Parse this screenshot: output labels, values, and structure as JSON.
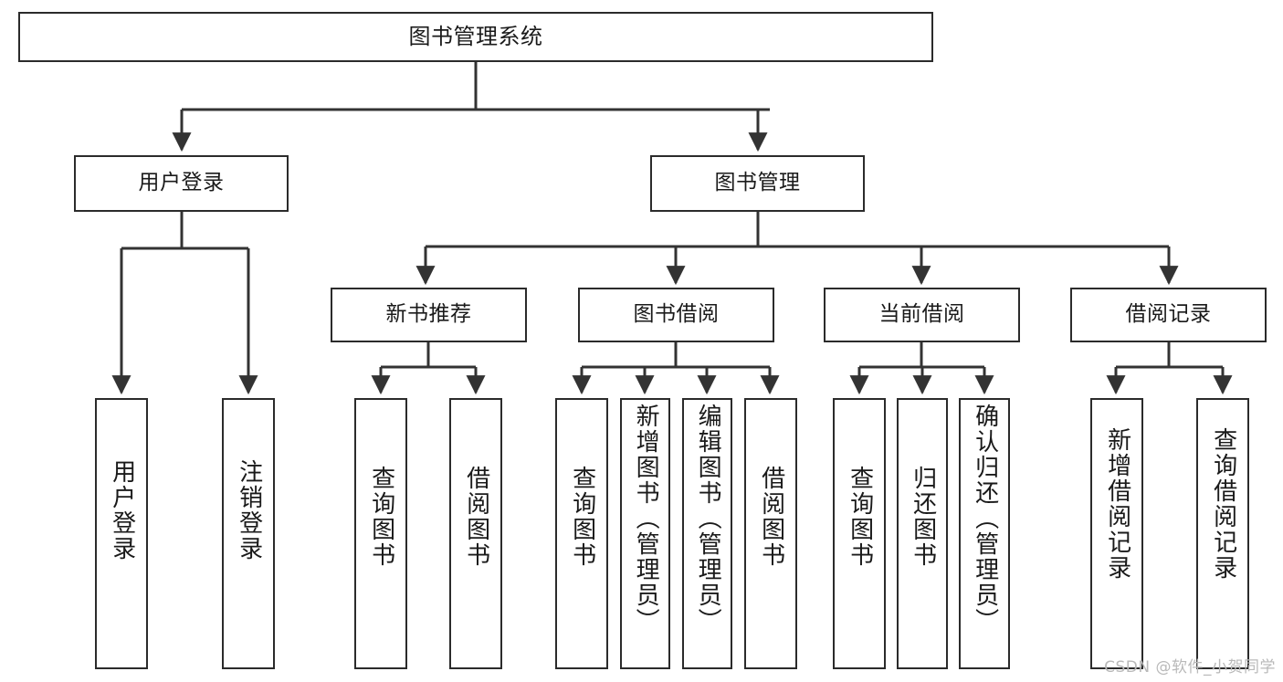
{
  "diagram": {
    "title": "图书管理系统",
    "type": "tree",
    "watermark": "CSDN @软件_小贺同学",
    "colors": {
      "box_border": "#2b2b2b",
      "box_fill": "#ffffff",
      "edge": "#333333",
      "text": "#1a1a1a",
      "watermark": "#b9b9b9"
    },
    "root": {
      "id": "root",
      "label": "图书管理系统",
      "level": 0
    },
    "level2": [
      {
        "id": "user-login",
        "label": "用户登录",
        "level": 1
      },
      {
        "id": "book-manage",
        "label": "图书管理",
        "level": 1
      }
    ],
    "level3": [
      {
        "id": "new-book-rec",
        "label": "新书推荐",
        "level": 2,
        "parent": "book-manage"
      },
      {
        "id": "book-borrow",
        "label": "图书借阅",
        "level": 2,
        "parent": "book-manage"
      },
      {
        "id": "current-borrow",
        "label": "当前借阅",
        "level": 2,
        "parent": "book-manage"
      },
      {
        "id": "borrow-record",
        "label": "借阅记录",
        "level": 2,
        "parent": "book-manage"
      }
    ],
    "leaves": [
      {
        "id": "leaf-user-login",
        "label": "用户登录",
        "parent": "user-login"
      },
      {
        "id": "leaf-logout",
        "label": "注销登录",
        "parent": "user-login"
      },
      {
        "id": "leaf-query-book-1",
        "label": "查询图书",
        "parent": "new-book-rec"
      },
      {
        "id": "leaf-borrow-book-1",
        "label": "借阅图书",
        "parent": "new-book-rec"
      },
      {
        "id": "leaf-query-book-2",
        "label": "查询图书",
        "parent": "book-borrow"
      },
      {
        "id": "leaf-add-book",
        "label": "新增图书（管理员）",
        "parent": "book-borrow"
      },
      {
        "id": "leaf-edit-book",
        "label": "编辑图书（管理员）",
        "parent": "book-borrow"
      },
      {
        "id": "leaf-borrow-book-2",
        "label": "借阅图书",
        "parent": "book-borrow"
      },
      {
        "id": "leaf-query-book-3",
        "label": "查询图书",
        "parent": "current-borrow"
      },
      {
        "id": "leaf-return-book",
        "label": "归还图书",
        "parent": "current-borrow"
      },
      {
        "id": "leaf-confirm-return",
        "label": "确认归还（管理员）",
        "parent": "current-borrow"
      },
      {
        "id": "leaf-add-record",
        "label": "新增借阅记录",
        "parent": "borrow-record"
      },
      {
        "id": "leaf-query-record",
        "label": "查询借阅记录",
        "parent": "borrow-record"
      }
    ]
  }
}
